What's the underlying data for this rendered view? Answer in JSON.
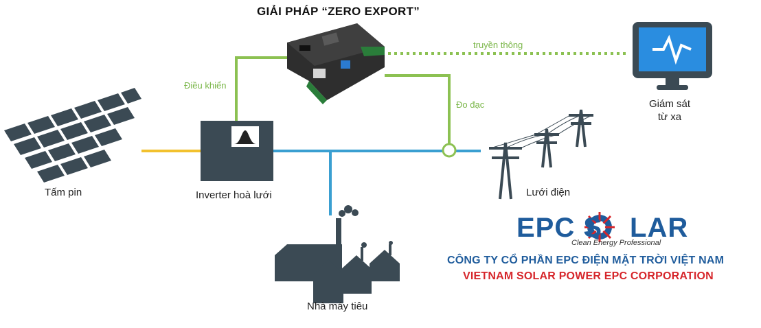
{
  "title": "GIẢI PHÁP “ZERO EXPORT”",
  "labels": {
    "solar_panels": "Tấm pin",
    "inverter": "Inverter hoà lưới",
    "factory": "Nhà máy tiêu",
    "grid": "Lưới điện",
    "monitor_line1": "Giám sát",
    "monitor_line2": "từ xa",
    "control": "Điều khiển",
    "communication": "truyền thông",
    "measure": "Đo đạc"
  },
  "logo": {
    "brand_left": "EPC S",
    "brand_right": "LAR",
    "tagline": "Clean Energy Professional",
    "company_vn": "CÔNG TY CỔ PHẦN EPC ĐIỆN MẶT TRỜI VIỆT NAM",
    "company_en": "VIETNAM SOLAR POWER EPC CORPORATION"
  },
  "colors": {
    "dc_line": "#f2c12e",
    "ac_line": "#3a9fd1",
    "control_line": "#8cc152",
    "icon_dark": "#3b4a54",
    "brand_blue": "#1f5c9c",
    "brand_red": "#d6262b"
  },
  "icons": {
    "solar": "solar-panel-icon",
    "inverter": "inverter-icon",
    "controller": "controller-board-icon",
    "factory": "factory-icon",
    "grid": "power-tower-icon",
    "monitor": "monitor-icon"
  }
}
